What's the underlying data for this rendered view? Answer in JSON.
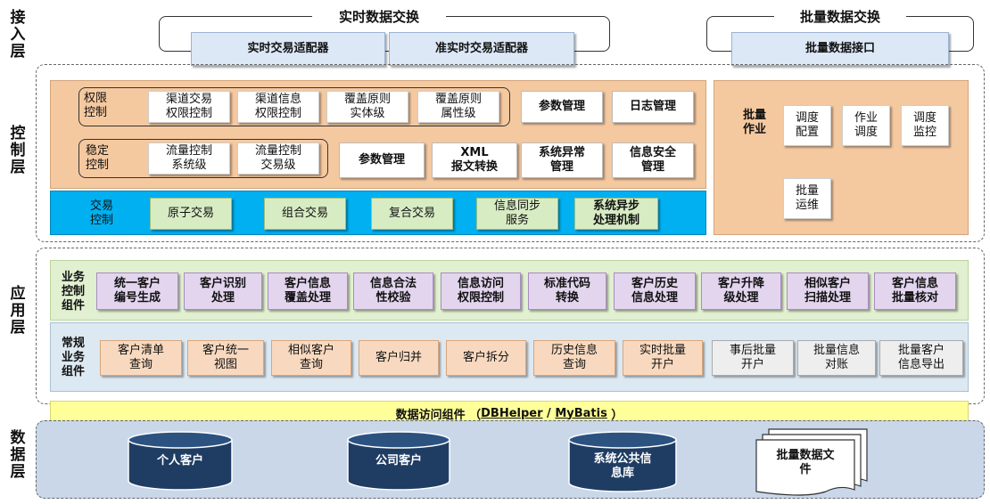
{
  "layers": {
    "access": "接入层",
    "control": "控制层",
    "application": "应用层",
    "data": "数据层"
  },
  "access": {
    "realtime_title": "实时数据交换",
    "realtime_adapter": "实时交易适配器",
    "near_realtime_adapter": "准实时交易适配器",
    "batch_title": "批量数据交换",
    "batch_interface": "批量数据接口"
  },
  "control": {
    "permission_label": "权限\n控制",
    "permission_items": [
      "渠道交易\n权限控制",
      "渠道信息\n权限控制",
      "覆盖原则\n实体级",
      "覆盖原则\n属性级"
    ],
    "param_mgmt_1": "参数管理",
    "log_mgmt": "日志管理",
    "stability_label": "稳定\n控制",
    "stability_items": [
      "流量控制\n系统级",
      "流量控制\n交易级"
    ],
    "param_mgmt_2": "参数管理",
    "xml_convert": "XML\n报文转换",
    "sys_exception": "系统异常\n管理",
    "info_security": "信息安全\n管理",
    "transaction_label": "交易\n控制",
    "transaction_items": [
      "原子交易",
      "组合交易",
      "复合交易",
      "信息同步\n服务",
      "系统异步\n处理机制"
    ],
    "batch_job_label": "批量\n作业",
    "batch_items": [
      "调度\n配置",
      "作业\n调度",
      "调度\n监控",
      "批量\n运维"
    ]
  },
  "application": {
    "business_control_label": "业务\n控制\n组件",
    "business_control_items": [
      "统一客户\n编号生成",
      "客户识别\n处理",
      "客户信息\n覆盖处理",
      "信息合法\n性校验",
      "信息访问\n权限控制",
      "标准代码\n转换",
      "客户历史\n信息处理",
      "客户升降\n级处理",
      "相似客户\n扫描处理",
      "客户信息\n批量核对"
    ],
    "regular_label": "常规\n业务\n组件",
    "regular_items": [
      "客户清单\n查询",
      "客户统一\n视图",
      "相似客户\n查询",
      "客户归并",
      "客户拆分",
      "历史信息\n查询",
      "实时批量\n开户"
    ],
    "regular_gray_items": [
      "事后批量\n开户",
      "批量信息\n对账",
      "批量客户\n信息导出"
    ]
  },
  "data_access": {
    "prefix": "数据访问组件 （",
    "dbhelper": "DBHelper",
    "sep": " / ",
    "mybatis": "MyBatis",
    "suffix": " ）"
  },
  "data": {
    "personal_customer": "个人客户",
    "corporate_customer": "公司客户",
    "public_info_db": "系统公共信\n息库",
    "batch_files": "批量数据文\n件"
  },
  "colors": {
    "control_bg": "#f5c9a0",
    "transaction_bar": "#00b0f0",
    "app_top": "#e1f0d0",
    "app_bottom": "#dde9f2",
    "data_access_bar": "#ffff99",
    "data_layer_bg": "#c9d7e9",
    "cylinder": "#1f3d63"
  }
}
